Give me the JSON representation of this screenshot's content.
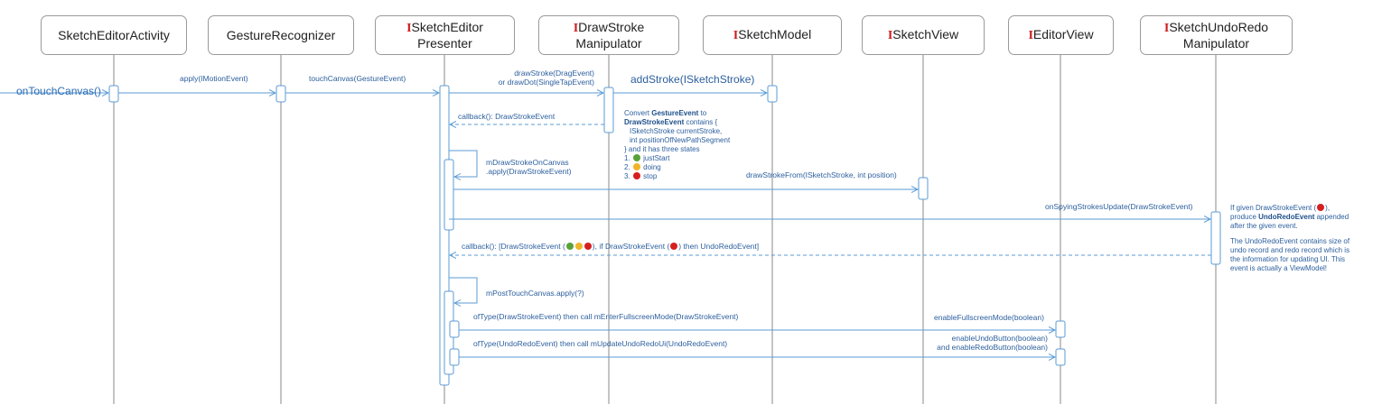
{
  "participants": [
    {
      "id": "activity",
      "prefix": "",
      "line1": "SketchEditorActivity",
      "line2": ""
    },
    {
      "id": "recognizer",
      "prefix": "",
      "line1": "GestureRecognizer",
      "line2": ""
    },
    {
      "id": "presenter",
      "prefix": "I",
      "line1": "SketchEditor",
      "line2": "Presenter"
    },
    {
      "id": "manipulator",
      "prefix": "I",
      "line1": "DrawStroke",
      "line2": "Manipulator"
    },
    {
      "id": "model",
      "prefix": "I",
      "line1": "SketchModel",
      "line2": ""
    },
    {
      "id": "sketchview",
      "prefix": "I",
      "line1": "SketchView",
      "line2": ""
    },
    {
      "id": "editorview",
      "prefix": "I",
      "line1": "EditorView",
      "line2": ""
    },
    {
      "id": "undoredo",
      "prefix": "I",
      "line1": "SketchUndoRedo",
      "line2": "Manipulator"
    }
  ],
  "side_label": "onTouchCanvas()",
  "messages": {
    "apply": "apply(IMotionEvent)",
    "touch_canvas": "touchCanvas(GestureEvent)",
    "draw_stroke_1": "drawStroke(DragEvent)",
    "draw_stroke_2": "or drawDot(SingleTapEvent)",
    "add_stroke": "addStroke(ISketchStroke)",
    "callback_1": "callback(): DrawStrokeEvent",
    "self_draw_1": "mDrawStrokeOnCanvas",
    "self_draw_2": ".apply(DrawStrokeEvent)",
    "draw_stroke_from": "drawStrokeFrom(ISketchStroke, int position)",
    "on_spying": "onSpyingStrokesUpdate(DrawStrokeEvent)",
    "callback_2_a": "callback(): [DrawStrokeEvent (",
    "callback_2_b": "), if DrawStrokeEvent (",
    "callback_2_c": ") then UndoRedoEvent]",
    "post_touch": "mPostTouchCanvas.apply(?)",
    "of_type_draw": "ofType(DrawStrokeEvent) then call mEnterFullscreenMode(DrawStrokeEvent)",
    "enable_fullscreen": "enableFullscreenMode(boolean)",
    "of_type_undo": "ofType(UndoRedoEvent) then call mUpdateUndoRedoUi(UndoRedoEvent)",
    "enable_undo_1": "enableUndoButton(boolean)",
    "enable_undo_2": "and enableRedoButton(boolean)"
  },
  "note_convert": {
    "l1_a": "Convert ",
    "l1_b": "GestureEvent",
    "l1_c": " to",
    "l2_a": "DrawStrokeEvent",
    "l2_b": " contains {",
    "l3": "ISketchStroke currentStroke,",
    "l4": "int positionOfNewPathSegment",
    "l5": "} and it has three states",
    "s1_num": "1.",
    "s1": "justStart",
    "s2_num": "2.",
    "s2": "doing",
    "s3_num": "3.",
    "s3": "stop"
  },
  "note_undo": {
    "l1_a": "If given DrawStrokeEvent (",
    "l1_b": "),",
    "l2_a": "produce ",
    "l2_b": "UndoRedoEvent",
    "l2_c": " appended",
    "l3": "after the given event.",
    "p2_l1": "The UndoRedoEvent contains size of",
    "p2_l2": "undo record and redo record which is",
    "p2_l3": "the information for updating UI. This",
    "p2_l4": "event is actually a ViewModel!"
  },
  "colors": {
    "arrow": "#5b9bd5",
    "lifeline": "#8a8a8a",
    "activation_stroke": "#5b9bd5",
    "interface_prefix": "#cc1f1f",
    "dot_start": "#5aa23a",
    "dot_doing": "#f0b429",
    "dot_stop": "#d62020"
  }
}
